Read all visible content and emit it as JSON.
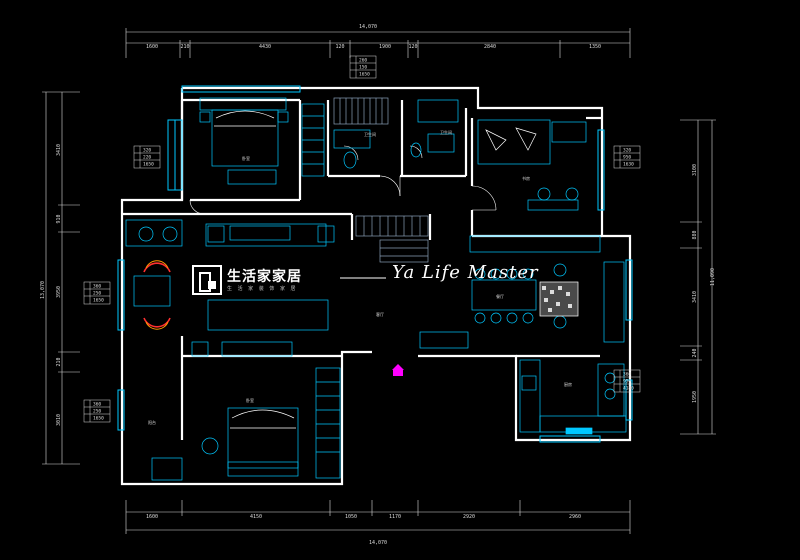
{
  "drawing": {
    "top_dims": [
      "1600",
      "210",
      "4430",
      "120",
      "1900",
      "120",
      "2840",
      "1350"
    ],
    "top_total": "14,070",
    "bottom_dims": [
      "1600",
      "4150",
      "1050",
      "1170",
      "2920",
      "2960"
    ],
    "bottom_total": "14,070",
    "left_dims": [
      "3410",
      "910",
      "3950",
      "210",
      "3010"
    ],
    "left_total": "13,070",
    "right_dims": [
      "3100",
      "880",
      "3410",
      "240",
      "1950"
    ],
    "right_total": "11,090",
    "tags": {
      "top": [
        "260",
        "150",
        "1650"
      ],
      "left_upper": [
        "320",
        "220",
        "1650"
      ],
      "left_middle": [
        "360",
        "250",
        "1650"
      ],
      "left_lower": [
        "360",
        "250",
        "1650"
      ],
      "right_upper": [
        "320",
        "950",
        "1630"
      ],
      "right_lower": [
        "360",
        "950",
        "4180"
      ]
    },
    "rooms": {
      "master_bed": "卧室",
      "bath1": "卫生间",
      "bath2": "卫生间",
      "study": "书房",
      "living": "客厅",
      "dining": "餐厅",
      "bedroom2": "卧室",
      "kitchen": "厨房",
      "balcony": "阳台"
    }
  },
  "watermark": {
    "cn_title": "生活家家居",
    "cn_sub": "生 活 家 装 饰 家 居",
    "script": "Ya Life Master"
  },
  "colors": {
    "wall": "#ffffff",
    "furniture": "#00c8ff",
    "dimension": "#dcdcdc",
    "stair": "#8aa0b8",
    "accent_red": "#ff3030",
    "accent_orange": "#ff9a00",
    "marker": "#ff00ff"
  }
}
